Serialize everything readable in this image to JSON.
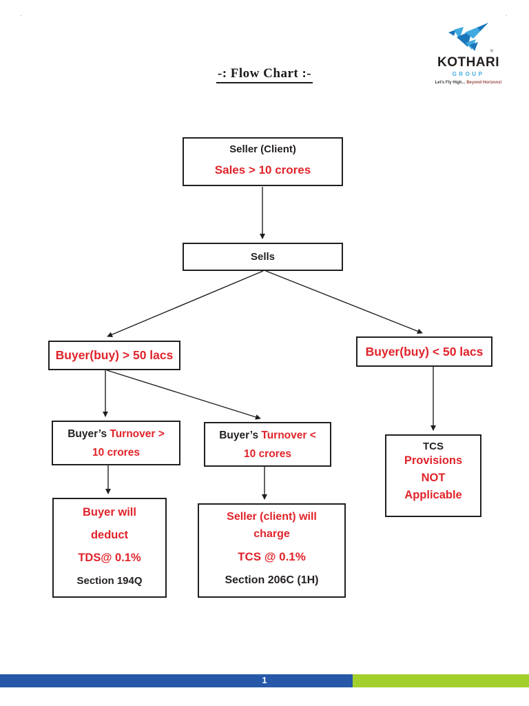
{
  "page": {
    "title": "-: Flow Chart :-",
    "footer": {
      "page_number": "1"
    },
    "corner_marks": {
      "left": "`",
      "right": "`"
    }
  },
  "colors": {
    "text_red": "#e0232a",
    "text_black": "#231f20",
    "footer_blue": "#2658a7",
    "footer_green": "#a2cf2c",
    "logo_blue_light": "#3fa9e0",
    "logo_blue_dark": "#1b75bb"
  },
  "logo": {
    "name": "KOTHARI",
    "subtitle": "GROUP",
    "tagline_part1": "Let's Fly High...",
    "tagline_part2": " Beyond Horizons!",
    "registered_mark": "®",
    "bird_icon": "origami-bird"
  },
  "diagram": {
    "nodes": {
      "seller": {
        "title": "Seller (Client)",
        "subtitle": "Sales > 10 crores"
      },
      "sells": {
        "label": "Sells"
      },
      "buyer_gt_50lacs": {
        "label": "Buyer(buy) > 50 lacs"
      },
      "buyer_lt_50lacs": {
        "label": "Buyer(buy) < 50 lacs"
      },
      "turnover_gt_10cr": {
        "prefix": "Buyer’s ",
        "highlight_line1": "Turnover >",
        "highlight_line2": "10 crores"
      },
      "turnover_lt_10cr": {
        "prefix": "Buyer’s ",
        "highlight_line1": "Turnover <",
        "highlight_line2": "10 crores"
      },
      "tcs_not_applicable": {
        "title": "TCS",
        "line1": "Provisions",
        "line2": "NOT",
        "line3": "Applicable"
      },
      "buyer_deducts_tds": {
        "line1": "Buyer will",
        "line2": "deduct",
        "line3": "TDS@ 0.1%",
        "footnote": "Section 194Q"
      },
      "seller_charges_tcs": {
        "line1": "Seller (client) will",
        "line2": "charge",
        "line3": "TCS @ 0.1%",
        "footnote": "Section 206C (1H)"
      }
    },
    "edges": [
      {
        "from": "seller",
        "to": "sells"
      },
      {
        "from": "sells",
        "to": "buyer_gt_50lacs"
      },
      {
        "from": "sells",
        "to": "buyer_lt_50lacs"
      },
      {
        "from": "buyer_gt_50lacs",
        "to": "turnover_gt_10cr"
      },
      {
        "from": "buyer_gt_50lacs",
        "to": "turnover_lt_10cr"
      },
      {
        "from": "buyer_lt_50lacs",
        "to": "tcs_not_applicable"
      },
      {
        "from": "turnover_gt_10cr",
        "to": "buyer_deducts_tds"
      },
      {
        "from": "turnover_lt_10cr",
        "to": "seller_charges_tcs"
      }
    ]
  }
}
